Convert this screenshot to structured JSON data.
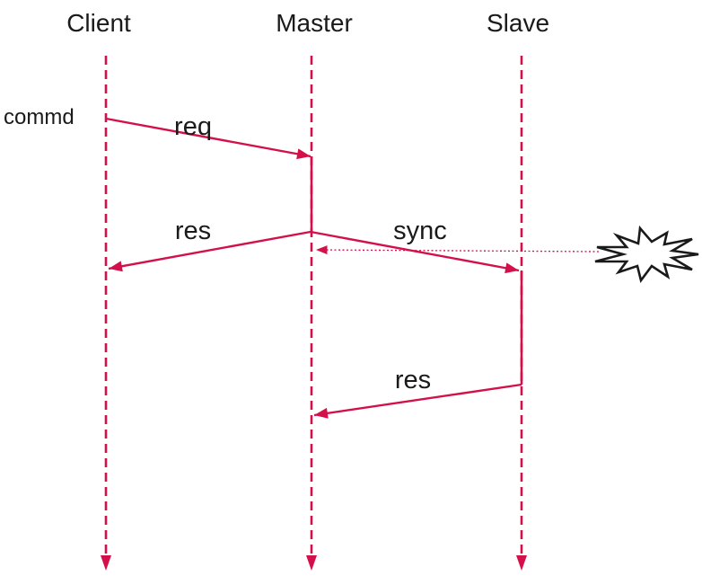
{
  "diagram": {
    "type": "sequence-diagram",
    "lifelines": [
      {
        "name": "Client"
      },
      {
        "name": "Master"
      },
      {
        "name": "Slave"
      }
    ],
    "annotation": "commd",
    "messages": [
      {
        "label": "req",
        "from": "Client",
        "to": "Master",
        "style": "solid"
      },
      {
        "label": "res",
        "from": "Master",
        "to": "Client",
        "style": "solid"
      },
      {
        "label": "sync",
        "from": "Master",
        "to": "Slave",
        "style": "solid"
      },
      {
        "label": "",
        "from": "explosion-burst",
        "to": "Master",
        "style": "dotted"
      },
      {
        "label": "res",
        "from": "Slave",
        "to": "Master",
        "style": "solid"
      }
    ],
    "symbols": [
      {
        "name": "explosion-burst",
        "meaning": "error / crash burst at right edge"
      }
    ],
    "colors": {
      "message_red": "#D3104A",
      "text_black": "#1a1a1a",
      "burst_stroke": "#1a1a1a",
      "burst_fill": "#ffffff"
    }
  }
}
